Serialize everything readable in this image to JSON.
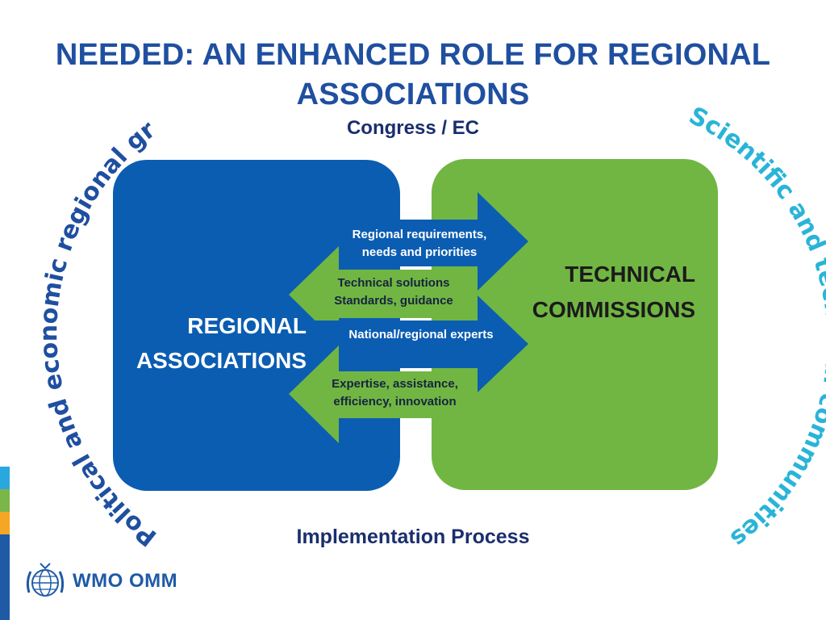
{
  "slide": {
    "title": "NEEDED: AN ENHANCED ROLE FOR REGIONAL ASSOCIATIONS",
    "top_label": "Congress / EC",
    "bottom_label": "Implementation Process"
  },
  "diagram": {
    "left_box": {
      "label": "REGIONAL ASSOCIATIONS",
      "color": "#0b5db2"
    },
    "right_box": {
      "label": "TECHNICAL COMMISSIONS",
      "color": "#71b643"
    },
    "arrows": [
      {
        "direction": "right",
        "color": "#0b5db2",
        "text": "Regional requirements, needs and priorities"
      },
      {
        "direction": "left",
        "color": "#71b643",
        "text": "Technical solutions Standards, guidance"
      },
      {
        "direction": "right",
        "color": "#0b5db2",
        "text": "National/regional experts"
      },
      {
        "direction": "left",
        "color": "#71b643",
        "text": "Expertise, assistance, efficiency, innovation"
      }
    ],
    "left_arc_text": "Political and economic regional groups",
    "left_arc_color": "#1f4fa0",
    "right_arc_text": "Scientific and technical communities",
    "right_arc_color": "#29b4d8"
  },
  "branding": {
    "logo_icon": "wmo-emblem-icon",
    "logo_text": "WMO OMM",
    "strip_colors": [
      "#29a8e0",
      "#7ab648",
      "#f5a623",
      "#1f5aa5"
    ]
  }
}
